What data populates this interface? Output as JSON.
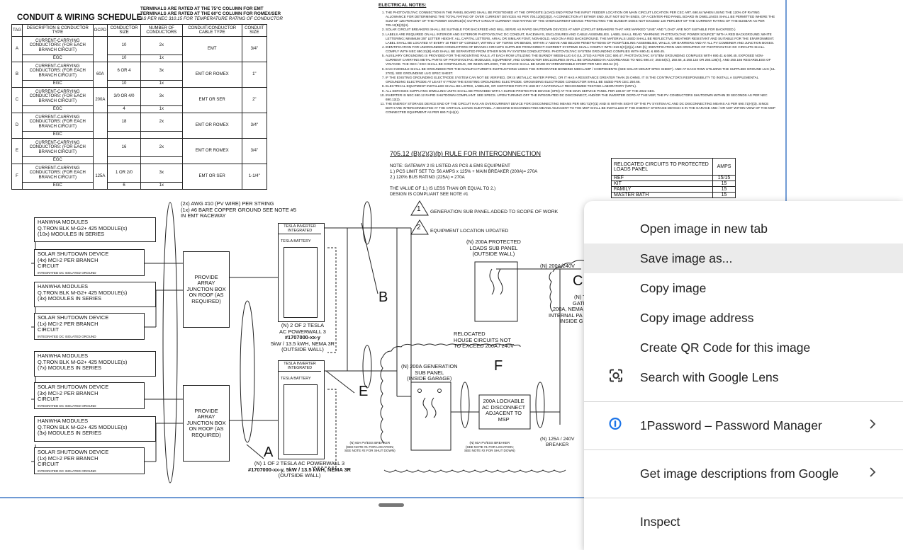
{
  "schedule": {
    "title": "CONDUIT & WIRING SCHEDULE",
    "note1": "TERMINALS ARE RATED AT THE 75°C COLUMN FOR EMT",
    "note2": "TERMINALS ARE RATED AT THE 60°C COLUMN FOR ROMEX/SER",
    "note3": "AS PER NEC 310.15 FOR TEMPERATURE RATING OF CONDUCTOR",
    "headers": [
      "TAG",
      "DESCRIPTION & CONDUCTOR TYPE",
      "OCPD",
      "CONDUCTOR SIZE",
      "NUMBER OF CONDUCTORS",
      "CONDUIT/CONDUCTOR CABLE TYPE",
      "CONDUIT SIZE"
    ],
    "rows": [
      {
        "tag": "A",
        "desc": "CURRENT-CARRYING CONDUCTORS: (FOR EACH BRANCH CIRCUIT)",
        "ocpd": "",
        "size": "10",
        "num": "2x",
        "type": "EMT",
        "conduit": "3/4\"",
        "egc_size": "10",
        "egc_num": "1x"
      },
      {
        "tag": "B",
        "desc": "CURRENT-CARRYING CONDUCTORS: (FOR EACH BRANCH CIRCUIT)",
        "ocpd": "60A",
        "size": "6 OR 4",
        "num": "3x",
        "type": "EMT OR ROMEX",
        "conduit": "1\"",
        "egc_size": "10",
        "egc_num": "1x"
      },
      {
        "tag": "C",
        "desc": "CURRENT-CARRYING CONDUCTORS: (FOR EACH BRANCH CIRCUIT)",
        "ocpd": "200A",
        "size": "3/0 OR 4/0",
        "num": "3x",
        "type": "EMT OR SER",
        "conduit": "2\"",
        "egc_size": "4",
        "egc_num": "1x"
      },
      {
        "tag": "D",
        "desc": "CURRENT-CARRYING CONDUCTORS: (FOR EACH BRANCH CIRCUIT)",
        "ocpd": "",
        "size": "18",
        "num": "2x",
        "type": "EMT OR ROMEX",
        "conduit": "3/4\"",
        "egc_size": "",
        "egc_num": ""
      },
      {
        "tag": "E",
        "desc": "CURRENT-CARRYING CONDUCTORS: (FOR EACH BRANCH CIRCUIT)",
        "ocpd": "",
        "size": "16",
        "num": "2x",
        "type": "EMT OR ROMEX",
        "conduit": "3/4\"",
        "egc_size": "",
        "egc_num": ""
      },
      {
        "tag": "F",
        "desc": "CURRENT-CARRYING CONDUCTORS: (FOR EACH BRANCH CIRCUIT)",
        "ocpd": "125A",
        "size": "1 OR 2/0",
        "num": "3x",
        "type": "EMT OR SER",
        "conduit": "1-1/4\"",
        "egc_size": "6",
        "egc_num": "1x"
      }
    ],
    "egc_label": "EGC"
  },
  "notes": {
    "title": "ELECTRICAL NOTES:",
    "items": [
      "THE PHOTOVOLTAIC CONNECTION IN THE PANEL BOARD SHALL BE POSITIONED AT THE OPPOSITE (LOAD) END FROM THE INPUT FEEDER LOCATION OR MAIN CIRCUIT LOCATION PER CEC ART. 690.64 WHEN USING THE 120% OF RATING ALLOWANCE FOR DETERMINING THE TOTAL RATING OF OVER CURRENT DEVICES AS PER 705.12(B)(3)(2). A CONNECTION AT EITHER END, BUT NOT BOTH ENDS, OF A CENTER-FED PANEL BOARD IN DWELLINGS SHALL BE PERMITTED WHERE THE SUM OF 125 PERCENT OF THE POWER SOURCE(S) OUTPUT CIRCUIT CURRENT AND RATING OF THE OVERCURRENT DEVICE PROTECTING THE BUSBAR DOES NOT EXCEED 120 PERCENT OF THE CURRENT RATING OF THE BUSBAR AS PER 705.12(B)(3)(4).",
      "SOLAR CIRCUIT BREAKERS SHALL BE SUITABLE FOR BACKFEED AND WILL SERVE AS RAPID SHUTDOWN DEVICES AT MSP. (CIRCUIT BREAKERS THAT ARE MARKED \"LINE\" AND \"LOAD\" ARE NOT SUITABLE FOR BACKFEED.)",
      "LABELS ARE REQUIRED ON ALL INTERIOR AND EXTERIOR PHOTOVOLTAIC DC CONDUIT, RACEWAYS, ENCLOSURES AND CABLE ASSEMBLIES. LABEL SHALL READ \"WARNING: PHOTOVOLTAIC POWER SOURCE\" WITH A RED BACKGROUND; WHITE LETTERING; MINIMUM 3/8\" LETTER HEIGHT. ALL CAPITAL LETTERS, ARIAL OR SIMILAR FONT, NON-BOLD. AND ON A RED BACKGROUND. THE MATERIALS USED SHALL BE REFLECTIVE, WEATHER RESISTANT AND SUITABLE FOR THE ENVIRONMENT. LABEL SHALL BE LOCATED AT EVERY 10 FEET OF CONDUIT, WITHIN 1' OF TURNS OR BENDS, WITHIN 1' ABOVE AND BELOW PENETRATIONS OF ROOF/CEILING ASSEMBLIES, WALLS, OR BARRIERS AND AT ALL PV COMBINER AND JUNCTION BOXES.",
      "IDENTIFICATION FOR UNGROUNDED CONDUCTORS OF BRANCH CIRCUITS SUPPLIED FROM DIRECT-CURRENT SYSTEMS SHALL COMPLY WITH 210.5(C)(2)(a) AND (b); IDENTIFICATION AND GROUPING OF PHOTOVOLTAIC DC CIRCUITS SHALL COMPLY WITH NEC 690.31(B) AND SHALL BE SEPARATED FROM OTHER NON PV SYSTEM CONDUCTORS. PHOTOVOLTAIC SYSTEM GROUNDING COMPLIES WITH 690.41 & 690.45.",
      "AUXILIARY GROUNDING IS PROVIDED FOR THE MOUNTING RAILS. AT EACH ROW UTILIZING THE BURNDY WEEB-LUG 6.0 (UL 2703) AS PER CEC 690.47. PHOTOVOLTAIC SYSTEM GROUNDING COMPLIES WITH 690.41 & 690.45. EXPOSED NON-CURRENT CARRYING METAL PARTS OF PHOTOVOLTAIC MODULES, EQUIPMENT, AND CONDUCTOR ENCLOSURES SHALL BE GROUNDED IN ACCORDANCE TO NEC 690.47, 250.64(C), 250.66, & 250.134 OR 250.136(A), AND 250.166 REGARDLESS OF VOLTAGE. THE GEC / EGC SHALL BE CONTINUOUS, OR WHEN SPLICED, THE SPLICE SHALL BE MADE BY IRREVERSIBLE CRIMP PER NEC 250.64 (C).",
      "EACH MODULE SHALL BE GROUNDED PER THE MANUFACTURER'S INSTRUCTIONS USING THE INTEGRATED BONDING MIDCLAMP / COMPONENTS (SEE SOLAR MOUNT SPEC SHEET). AND AT EACH ROW UTILIZING THE SUPPLIED GROUND LUG (UL 2703). SEE GROUNDING LUG SPEC SHEET.",
      "IF THE EXISTING GROUNDING ELECTRODE SYSTEM CAN NOT BE VERIFIED, OR IS METALLIC WATER PIPING, OR IT HAS A RESISTANCE GREATER THAN 25 OHMS. IT IS THE CONTRACTOR'S RESPONSIBILITY TO INSTALL A SUPPLEMENTAL GROUNDING ELECTRODE AT LEAST 6' FROM THE EXISTING GROUNDING ELECTRODE. GROUNDING ELECTRODE CONDUCTOR SHALL BE SIZED PER CEC 250.66.",
      "ELECTRICAL EQUIPMENT INSTALLED SHALL BE LISTED, LABELED, OR CERTIFIED FOR ITS USE BY A NATIONALLY RECOGNIZED TESTING LABORATORY (NRTL).",
      "ALL SERVICES SUPPLYING DWELLING UNITS SHALL BE PROVIDED WITH A SURGE-PROTECTIVE DEVICE (SPD) AT THE MAIN SERVICE PANEL PER 230.67 OF THE 2022 CEC.",
      "INVERTER IS NEC 690.12 RAPID SHUTDOWN COMPLIANT. SEE SPECS. UPON TURNING OFF THE INTEGRATED DC DISCONNECT, AND/OR THE INVERTER OCPD AT THE MSP, THE PV CONDUCTORS SHUTDOWN WITHIN 30 SECONDS AS PER NEC 690.12(2).",
      "THE ENERGY STORAGE DEVICE END OF THE CIRCUIT HAS AN OVERCURRENT DEVICE FOR DISCONNECTING MEANS PER 690.71(H)(1) AND IS WITHIN SIGHT OF THE PV SYSTEM AC AND DC DISCONNECTING MEANS AS PER 690.71(H)(3). SINCE BOTH ARE INTERCONNECTED AT THE CRITICAL LOADS SUB PANEL. A SECOND DISCONNECTING MEANS ADJACENT TO THE MSP SHALL BE INSTALLED IF THE ENERGY STORAGE DEVICE IS IN THE GARAGE AND / OR NOT WITHIN VIEW OF THE MSP CONNECTED EQUIPMENT AS PER 690.71(H)(4)."
    ]
  },
  "rule": {
    "title": "705.12 (B)(2)(3)(b) RULE FOR INTERCONNECTION",
    "lines": [
      "NOTE: GATEWAY 2 IS LISTED AS PCS & EMS EQUIPMENT",
      "1.) PCS LIMIT SET TO: 56 AMPS x 125% + MAIN BREAKER (200A)= 270A",
      "2.) 120% BUS RATING (225A) = 270A",
      "THE VALUE OF 1.) IS LESS THAN OR EQUAL TO 2.)",
      "DESIGN IS COMPLIANT SEE NOTE #1"
    ]
  },
  "relocated": {
    "header": "RELOCATED CIRCUITS TO PROTECTED LOADS PANEL",
    "amps_header": "AMPS",
    "rows": [
      {
        "name": "REF",
        "amps": "15/15"
      },
      {
        "name": "KIT",
        "amps": "15"
      },
      {
        "name": "FAMILY",
        "amps": "15"
      },
      {
        "name": "MASTER BATH",
        "amps": "15"
      }
    ]
  },
  "revisions": [
    {
      "num": "1",
      "text": "GENERATION SUB PANEL ADDED TO SCOPE OF WORK"
    },
    {
      "num": "2",
      "text": "EQUIPMENT LOCATION UPDATED"
    }
  ],
  "diagram": {
    "wire_note": [
      "(2x) AWG #10 (PV WIRE) PER STRING",
      "(1x) #6 BARE COPPER GROUND SEE NOTE #5",
      "IN EMT RACEWAY"
    ],
    "modules": [
      {
        "line1": "HANWHA MODULES",
        "line2": "Q.TRON BLK M-G2+ 425 MODULE(s)",
        "line3": "(10x) MODULES IN SERIES"
      },
      {
        "line1": "HANWHA MODULES",
        "line2": "Q.TRON BLK M-G2+ 425 MODULE(s)",
        "line3": "(3x) MODULES IN SERIES"
      },
      {
        "line1": "HANWHA MODULES",
        "line2": "Q.TRON BLK M-G2+ 425 MODULE(s)",
        "line3": "(7x) MODULES IN SERIES"
      },
      {
        "line1": "HANWHA MODULES",
        "line2": "Q.TRON BLK M-G2+ 425 MODULE(s)",
        "line3": "(3x) MODULES IN SERIES"
      }
    ],
    "shutdowns": [
      {
        "line1": "SOLAR SHUTDOWN DEVICE",
        "line2": "(4x) MCI-2 PER BRANCH",
        "line3": "CIRCUIT",
        "small": "INTEGRATED DC ISOLATED GROUND"
      },
      {
        "line1": "SOLAR SHUTDOWN DEVICE",
        "line2": "(1x) MCI-2 PER BRANCH",
        "line3": "CIRCUIT",
        "small": "INTEGRATED DC ISOLATED GROUND"
      },
      {
        "line1": "SOLAR SHUTDOWN DEVICE",
        "line2": "(3x) MCI-2 PER BRANCH",
        "line3": "CIRCUIT",
        "small": "INTEGRATED DC ISOLATED GROUND"
      },
      {
        "line1": "SOLAR SHUTDOWN DEVICE",
        "line2": "(1x) MCI-2 PER BRANCH",
        "line3": "CIRCUIT",
        "small": "INTEGRATED DC ISOLATED GROUND"
      }
    ],
    "junction": "PROVIDE ARRAY JUNCTION BOX ON ROOF (AS REQUIRED)",
    "inverter_label": "TESLA INVERTER INTEGRATED",
    "battery_label": "TESLA BATTERY",
    "pw2": [
      "(N) 2 OF 2 TESLA",
      "AC POWERWALL 3",
      "#1707000-xx-y",
      "5kW / 13.5 kWH, NEMA 3R",
      "(OUTSIDE WALL)"
    ],
    "pw1": [
      "(N) 1 OF 2 TESLA AC POWERWALL 3",
      "#1707000-xx-y, 5kW / 13.5 kWH, NEMA 3R",
      "(OUTSIDE WALL)"
    ],
    "tags": {
      "a": "A",
      "b": "B",
      "c": "C",
      "e": "E",
      "f": "F"
    },
    "protected_panel": [
      "(N) 200A PROTECTED",
      "LOADS SUB PANEL",
      "(OUTSIDE WALL)"
    ],
    "n200_240": "(N) 200A/240V",
    "relocated_note": [
      "RELOCATED",
      "HOUSE CIRCUITS NOT",
      "TO EXCEED 200A / 240V"
    ],
    "gen_panel": [
      "(N) 200A GENERATION",
      "SUB PANEL",
      "(INSIDE GARAGE)"
    ],
    "lockable": [
      "200A LOCKABLE",
      "AC DISCONNECT",
      "ADJACENT TO",
      "MSP"
    ],
    "breaker1": [
      "(N) 60A PV/ESS BREAKER",
      "(SEE NOTE #1 FOR LOCATION;",
      "SEE NOTE #2 FOR SHUT DOWN)"
    ],
    "breaker2": [
      "(N) 60A PV/ESS BREAKER",
      "(SEE NOTE #1 FOR LOCATION;",
      "SEE NOTE #2 FOR SHUT DOWN)"
    ],
    "breaker125": [
      "(N) 125A / 240V",
      "BREAKER"
    ],
    "gateway": [
      "(N) TE",
      "GATEW",
      "200A, NEMA",
      "INTERNAL PA",
      "INSIDE G"
    ]
  },
  "menu": {
    "items": [
      {
        "label": "Open image in new tab"
      },
      {
        "label": "Save image as..."
      },
      {
        "label": "Copy image"
      },
      {
        "label": "Copy image address"
      },
      {
        "label": "Create QR Code for this image"
      },
      {
        "label": "Search with Google Lens"
      },
      {
        "label": "1Password – Password Manager"
      },
      {
        "label": "Get image descriptions from Google"
      },
      {
        "label": "Inspect"
      }
    ],
    "onepassword_color": "#1a73e8"
  }
}
